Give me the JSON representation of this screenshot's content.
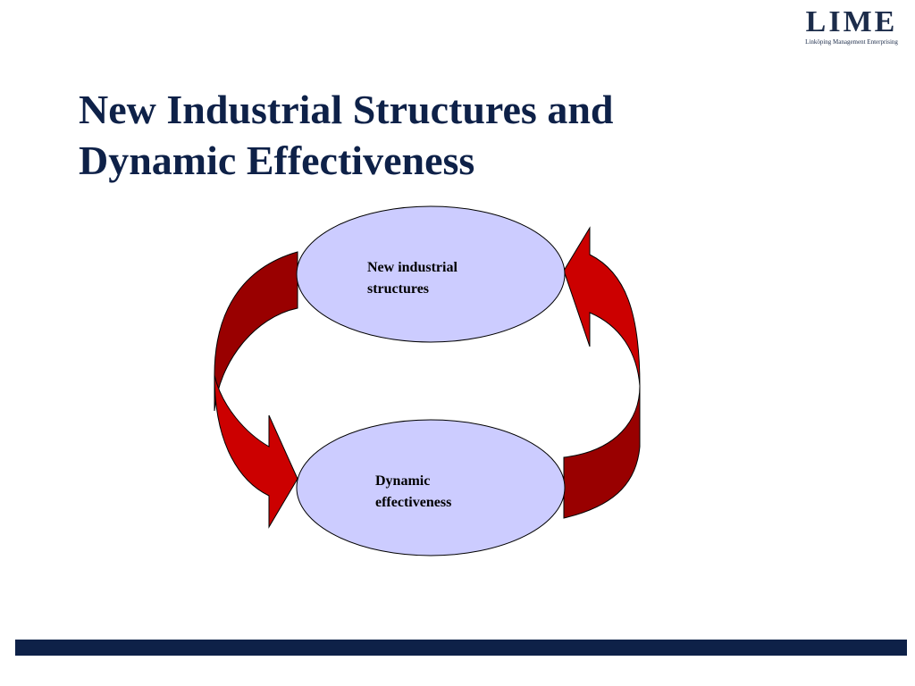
{
  "logo": {
    "word": "LIME",
    "tagline": "Linköping Management Enterprising"
  },
  "title": {
    "line1": "New Industrial Structures and",
    "line2": "Dynamic Effectiveness"
  },
  "diagram": {
    "nodes": [
      {
        "id": "top",
        "line1": "New industrial",
        "line2": "structures"
      },
      {
        "id": "bottom",
        "line1": "Dynamic",
        "line2": "effectiveness"
      }
    ],
    "colors": {
      "node_fill": "#ccccff",
      "arrow_light": "#cc0000",
      "arrow_dark": "#990000",
      "outline": "#000000"
    }
  },
  "colors": {
    "title": "#0e2148",
    "footer_bar": "#0e2148"
  }
}
